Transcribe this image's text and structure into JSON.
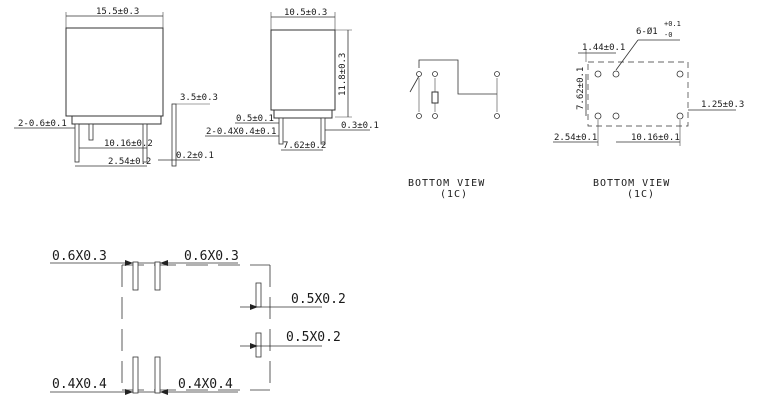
{
  "front_view": {
    "width": "15.5±0.3",
    "pin_height": "3.5±0.3",
    "pin_size": "2-0.6±0.1",
    "pin_pitch_a": "10.16±0.2",
    "pin_pitch_b": "2.54±0.2",
    "pin_thickness": "0.2±0.1"
  },
  "side_view": {
    "width": "10.5±0.3",
    "height": "11.8±0.3",
    "pin_a": "0.5±0.1",
    "pin_b": "2-0.4X0.4±0.1",
    "pin_c": "0.3±0.1",
    "pin_pitch": "7.62±0.2"
  },
  "schematic": {
    "caption": "BOTTOM  VIEW",
    "sub_caption": "(1C)"
  },
  "footprint": {
    "holes": "6-Ø1",
    "holes_tol_plus": "+0.1",
    "holes_tol_minus": "-0",
    "offset_top": "1.44±0.1",
    "pitch_v": "7.62±0.1",
    "pitch_a": "2.54±0.1",
    "pitch_b": "10.16±0.1",
    "offset_right": "1.25±0.3",
    "caption": "BOTTOM  VIEW",
    "sub_caption": "(1C)"
  },
  "pin_sections": {
    "top_left": "0.6X0.3",
    "top_right": "0.6X0.3",
    "right_upper": "0.5X0.2",
    "right_lower": "0.5X0.2",
    "bottom_left": "0.4X0.4",
    "bottom_right": "0.4X0.4"
  }
}
